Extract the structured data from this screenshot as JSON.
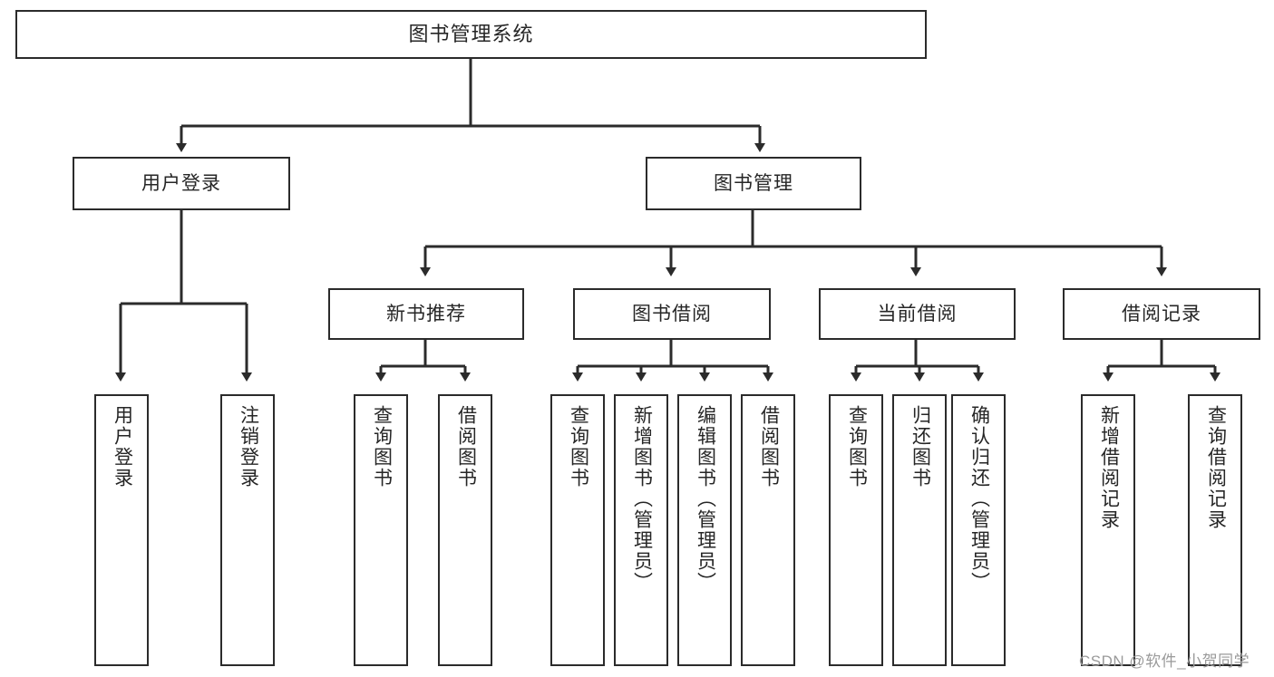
{
  "diagram": {
    "title": "图书管理系统",
    "root": {
      "label": "图书管理系统"
    },
    "level2": [
      {
        "label": "用户登录"
      },
      {
        "label": "图书管理"
      }
    ],
    "level3": [
      {
        "label": "新书推荐"
      },
      {
        "label": "图书借阅"
      },
      {
        "label": "当前借阅"
      },
      {
        "label": "借阅记录"
      }
    ],
    "leaves": {
      "user_login": [
        {
          "label": "用户登录"
        },
        {
          "label": "注销登录"
        }
      ],
      "new_book_recommend": [
        {
          "label": "查询图书"
        },
        {
          "label": "借阅图书"
        }
      ],
      "book_borrow": [
        {
          "label": "查询图书"
        },
        {
          "label": "新增图书（管理员）"
        },
        {
          "label": "编辑图书（管理员）"
        },
        {
          "label": "借阅图书"
        }
      ],
      "current_borrow": [
        {
          "label": "查询图书"
        },
        {
          "label": "归还图书"
        },
        {
          "label": "确认归还（管理员）"
        }
      ],
      "borrow_record": [
        {
          "label": "新增借阅记录"
        },
        {
          "label": "查询借阅记录"
        }
      ]
    }
  },
  "watermark": {
    "text": "CSDN @软件_小贺同学"
  },
  "colors": {
    "background": "#ffffff",
    "box_border": "#2b2b2b",
    "box_fill": "#ffffff",
    "text": "#262626",
    "connector": "#2b2b2b",
    "watermark": "#9a9a9a"
  }
}
